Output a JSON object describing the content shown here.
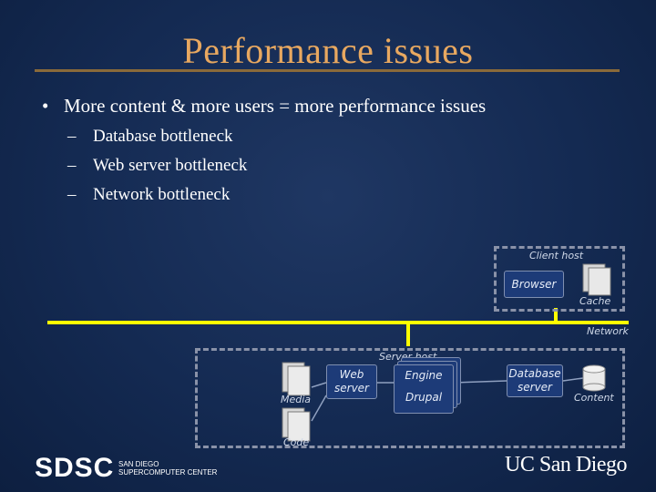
{
  "slide": {
    "title": "Performance issues",
    "bullet": "More content & more users = more performance issues",
    "sub_items": [
      "Database bottleneck",
      "Web server bottleneck",
      "Network bottleneck"
    ]
  },
  "diagram": {
    "client_host": "Client host",
    "browser": "Browser",
    "cache": "Cache",
    "network": "Network",
    "server_host": "Server host",
    "media": "Media",
    "code": "Code",
    "web_server": "Web server",
    "engine": "Engine",
    "drupal": "Drupal",
    "database_server": "Database server",
    "content": "Content"
  },
  "footer": {
    "sdsc": "SDSC",
    "sdsc_line1": "SAN DIEGO",
    "sdsc_line2": "SUPERCOMPUTER CENTER",
    "ucsd": "UC San Diego"
  },
  "colors": {
    "title": "#e8a860",
    "network_line": "#ffff00",
    "background": "#142a52"
  }
}
